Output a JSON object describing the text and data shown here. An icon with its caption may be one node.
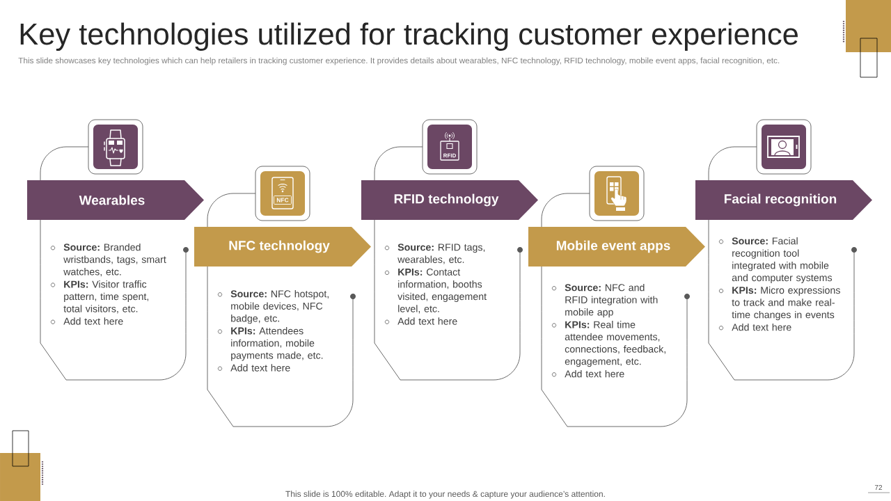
{
  "diagram": {
    "title": "Key technologies utilized for tracking customer experience",
    "nodes": [
      {
        "text": [
          "Wearables"
        ]
      },
      {
        "text": [
          "**Source:** Branded wristbands, tags, smart watches, etc.",
          "**KPIs:** Visitor traffic pattern, time spent, total visitors, etc.",
          "Add text here"
        ]
      },
      {
        "text": [
          "NFC technology"
        ]
      },
      {
        "text": [
          "**Source:** NFC hotspot, mobile devices, NFC badge, etc.",
          "**KPIs:** Attendees information, mobile payments made, etc.",
          "Add text here"
        ]
      },
      {
        "text": [
          "RFID technology"
        ]
      },
      {
        "text": [
          "**Source:** RFID tags, wearables, etc.",
          "**KPIs:** Contact information, booths visited, engagement level, etc.",
          "Add text here"
        ]
      },
      {
        "text": [
          "Mobile event apps"
        ]
      },
      {
        "text": [
          "**Source:** NFC and RFID integration with mobile app",
          "**KPIs:** Real time attendee movements, connections, feedback, engagement, etc.",
          "Add text here"
        ]
      },
      {
        "text": [
          "Facial recognition"
        ]
      },
      {
        "text": [
          "**Source:** Facial recognition tool integrated with mobile and computer systems",
          "**KPIs:** Micro expressions to track and make real-time changes in events",
          "Add text here"
        ]
      }
    ],
    "labels": [
      "This slide showcases key technologies which can help retailers in tracking customer experience. It provides details about wearables, NFC technology, RFID technology, mobile event apps, facial recognition, etc.",
      "NFC",
      "RFID",
      "This slide is 100% editable. Adapt it to your needs & capture your audience’s attention.",
      "72"
    ]
  }
}
